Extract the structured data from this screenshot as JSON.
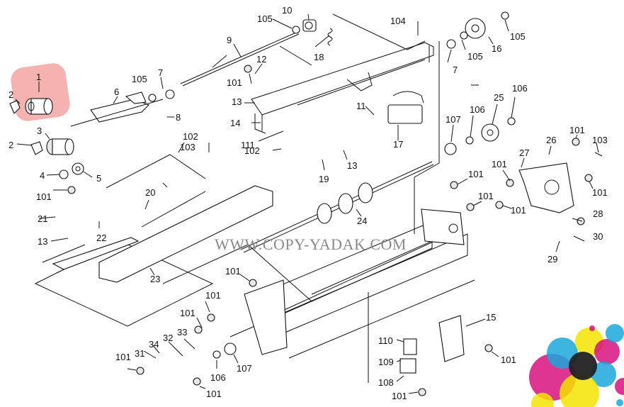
{
  "diagram": {
    "title": "Paper feed unit exploded parts view",
    "watermark": "WWW.COPY-YADAK.COM",
    "highlight": {
      "part": "1",
      "color": "#f4a3a3"
    },
    "callouts": [
      {
        "id": "c1",
        "text": "1"
      },
      {
        "id": "c2a",
        "text": "2"
      },
      {
        "id": "c2b",
        "text": "2"
      },
      {
        "id": "c3",
        "text": "3"
      },
      {
        "id": "c4",
        "text": "4"
      },
      {
        "id": "c5",
        "text": "5"
      },
      {
        "id": "c6",
        "text": "6"
      },
      {
        "id": "c7a",
        "text": "7"
      },
      {
        "id": "c7b",
        "text": "7"
      },
      {
        "id": "c8",
        "text": "8"
      },
      {
        "id": "c9",
        "text": "9"
      },
      {
        "id": "c10",
        "text": "10"
      },
      {
        "id": "c11",
        "text": "11"
      },
      {
        "id": "c12",
        "text": "12"
      },
      {
        "id": "c13a",
        "text": "13"
      },
      {
        "id": "c13b",
        "text": "13"
      },
      {
        "id": "c13c",
        "text": "13"
      },
      {
        "id": "c14",
        "text": "14"
      },
      {
        "id": "c15",
        "text": "15"
      },
      {
        "id": "c16",
        "text": "16"
      },
      {
        "id": "c17",
        "text": "17"
      },
      {
        "id": "c18",
        "text": "18"
      },
      {
        "id": "c19",
        "text": "19"
      },
      {
        "id": "c20",
        "text": "20"
      },
      {
        "id": "c21",
        "text": "21"
      },
      {
        "id": "c22",
        "text": "22"
      },
      {
        "id": "c23",
        "text": "23"
      },
      {
        "id": "c24",
        "text": "24"
      },
      {
        "id": "c25",
        "text": "25"
      },
      {
        "id": "c26",
        "text": "26"
      },
      {
        "id": "c27",
        "text": "27"
      },
      {
        "id": "c28",
        "text": "28"
      },
      {
        "id": "c29",
        "text": "29"
      },
      {
        "id": "c30",
        "text": "30"
      },
      {
        "id": "c31",
        "text": "31"
      },
      {
        "id": "c32",
        "text": "32"
      },
      {
        "id": "c33",
        "text": "33"
      },
      {
        "id": "c34",
        "text": "34"
      },
      {
        "id": "c101a",
        "text": "101"
      },
      {
        "id": "c101b",
        "text": "101"
      },
      {
        "id": "c101c",
        "text": "101"
      },
      {
        "id": "c101d",
        "text": "101"
      },
      {
        "id": "c101e",
        "text": "101"
      },
      {
        "id": "c101f",
        "text": "101"
      },
      {
        "id": "c101g",
        "text": "101"
      },
      {
        "id": "c101h",
        "text": "101"
      },
      {
        "id": "c101i",
        "text": "101"
      },
      {
        "id": "c101j",
        "text": "101"
      },
      {
        "id": "c101k",
        "text": "101"
      },
      {
        "id": "c101l",
        "text": "101"
      },
      {
        "id": "c101m",
        "text": "101"
      },
      {
        "id": "c101n",
        "text": "101"
      },
      {
        "id": "c101o",
        "text": "101"
      },
      {
        "id": "c102a",
        "text": "102"
      },
      {
        "id": "c102b",
        "text": "102"
      },
      {
        "id": "c103a",
        "text": "103"
      },
      {
        "id": "c103b",
        "text": "103"
      },
      {
        "id": "c104",
        "text": "104"
      },
      {
        "id": "c105a",
        "text": "105"
      },
      {
        "id": "c105b",
        "text": "105"
      },
      {
        "id": "c105c",
        "text": "105"
      },
      {
        "id": "c105d",
        "text": "105"
      },
      {
        "id": "c106a",
        "text": "106"
      },
      {
        "id": "c106b",
        "text": "106"
      },
      {
        "id": "c106c",
        "text": "106"
      },
      {
        "id": "c107a",
        "text": "107"
      },
      {
        "id": "c107b",
        "text": "107"
      },
      {
        "id": "c108",
        "text": "108"
      },
      {
        "id": "c109",
        "text": "109"
      },
      {
        "id": "c110",
        "text": "110"
      },
      {
        "id": "c111",
        "text": "111"
      }
    ],
    "logo_colors": {
      "cyan": "#1ca7db",
      "magenta": "#d8127f",
      "yellow": "#f5e400",
      "black": "#222222",
      "red": "#e0201c",
      "green": "#1a9a3a",
      "navy": "#1b2f8c"
    }
  }
}
